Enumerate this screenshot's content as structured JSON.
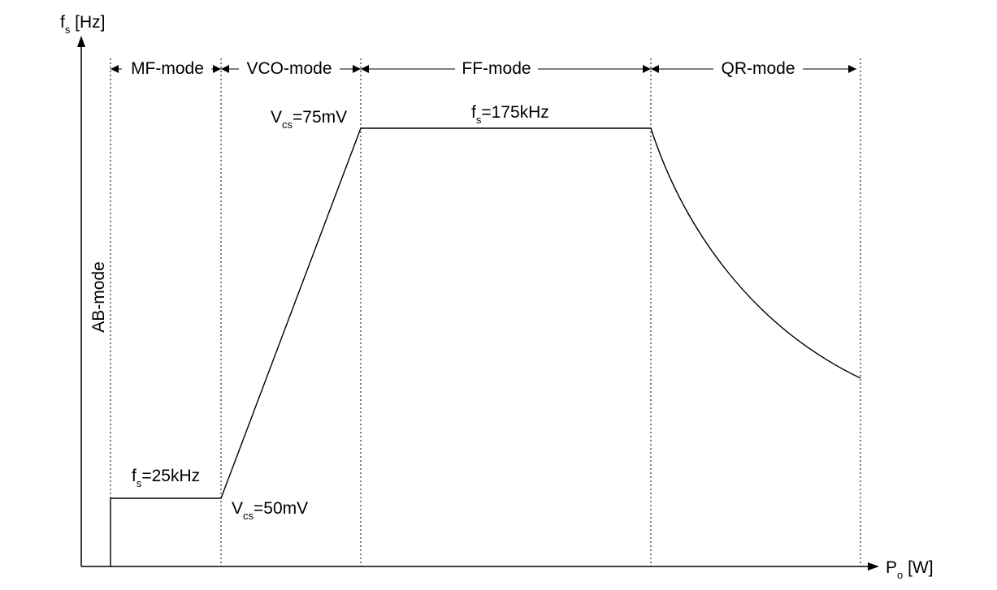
{
  "axes": {
    "y_label": "f",
    "y_label_sub": "s",
    "y_label_unit": " [Hz]",
    "x_label": "P",
    "x_label_sub": "o",
    "x_label_unit": " [W]"
  },
  "modes": {
    "ab": "AB-mode",
    "mf": "MF-mode",
    "vco": "VCO-mode",
    "ff": "FF-mode",
    "qr": "QR-mode"
  },
  "annotations": {
    "fs_low": {
      "main": "f",
      "sub": "s",
      "value": "=25kHz"
    },
    "fs_high": {
      "main": "f",
      "sub": "s",
      "value": "=175kHz"
    },
    "vcs_low": {
      "main": "V",
      "sub": "cs",
      "value": "=50mV"
    },
    "vcs_high": {
      "main": "V",
      "sub": "cs",
      "value": "=75mV"
    }
  }
}
